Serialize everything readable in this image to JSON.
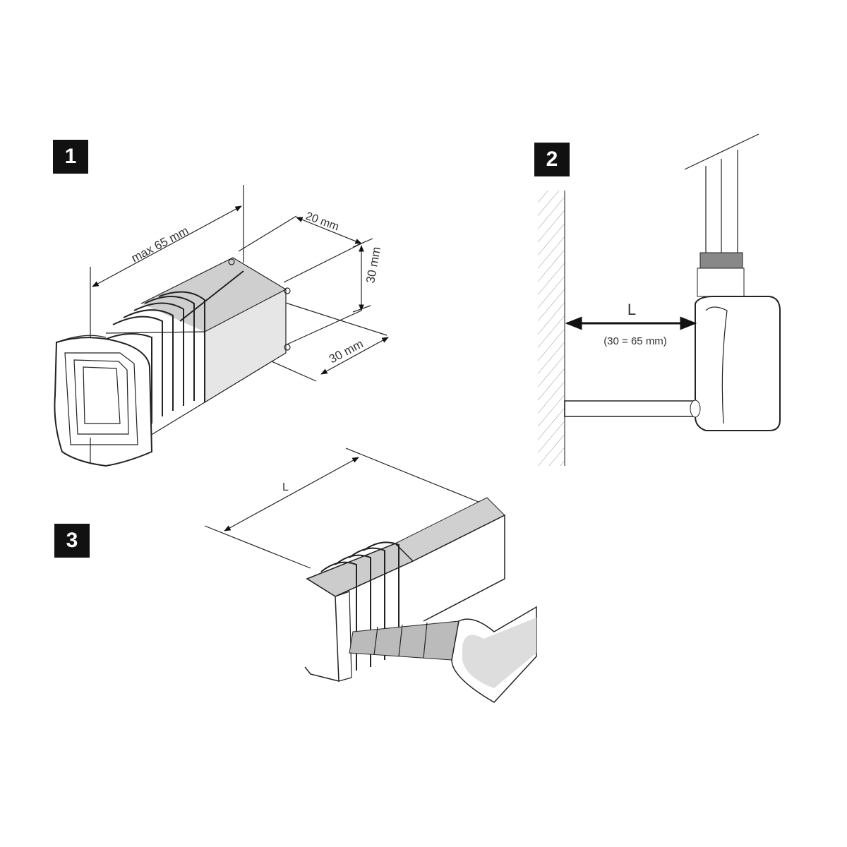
{
  "steps": [
    {
      "number": "1",
      "labels": {
        "length": "max 65 mm",
        "depth": "20 mm",
        "height": "30 mm",
        "width": "30 mm"
      }
    },
    {
      "number": "2",
      "labels": {
        "dimension": "L",
        "range": "(30 = 65 mm)"
      }
    },
    {
      "number": "3",
      "labels": {
        "dimension": "L"
      }
    }
  ],
  "colors": {
    "badge": "#111111",
    "shade": "#d9d9d9",
    "line": "#222222"
  }
}
